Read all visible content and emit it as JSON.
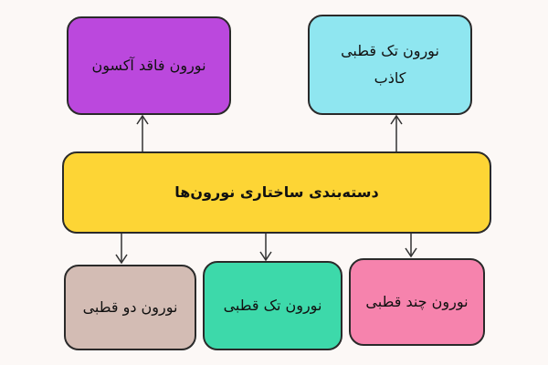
{
  "diagram": {
    "root": {
      "label": "دسته‌بندی ساختاری نورون‌ها",
      "color": "#fdd535"
    },
    "top_nodes": [
      {
        "label": "نورون فاقد آکسون",
        "color": "#bb48dd"
      },
      {
        "label": "نورون تک قطبی کاذب",
        "color": "#8fe6f0"
      }
    ],
    "bottom_nodes": [
      {
        "label": "نورون دو قطبی",
        "color": "#d3bcb4"
      },
      {
        "label": "نورون تک قطبی",
        "color": "#3dd9aa"
      },
      {
        "label": "نورون چند قطبی",
        "color": "#f683ad"
      }
    ]
  }
}
